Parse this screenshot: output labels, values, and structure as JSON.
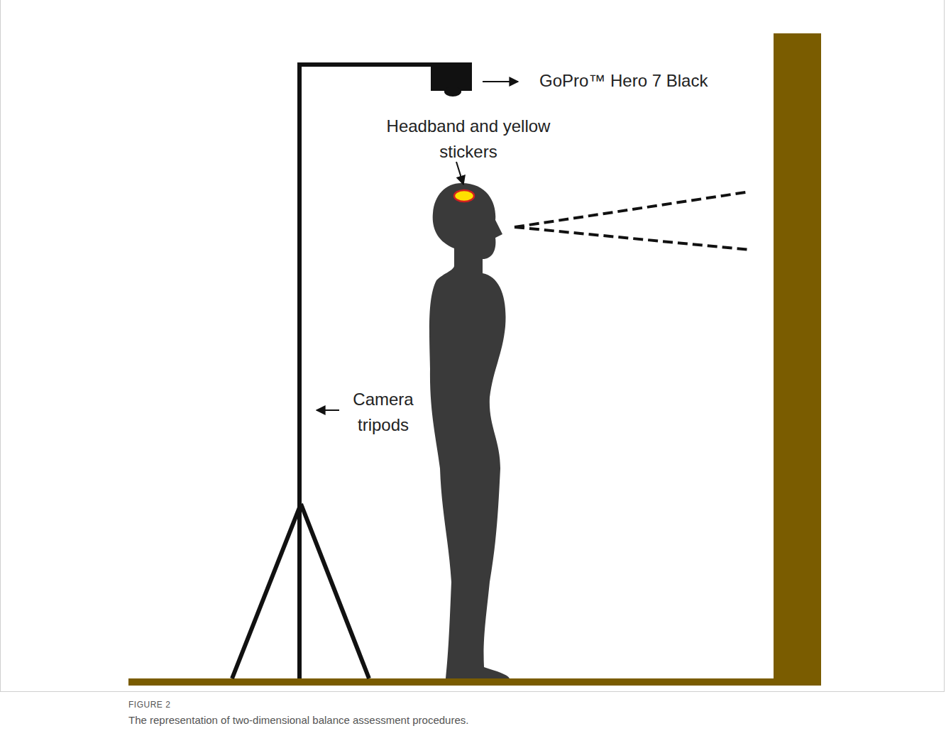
{
  "diagram": {
    "caption": "The representation of two-dimensional balance assessment procedures.",
    "labels": [
      "GoPro™ Hero 7 Black",
      "Headband and yellow stickers",
      "Camera tripods",
      "FIGURE 2"
    ]
  }
}
